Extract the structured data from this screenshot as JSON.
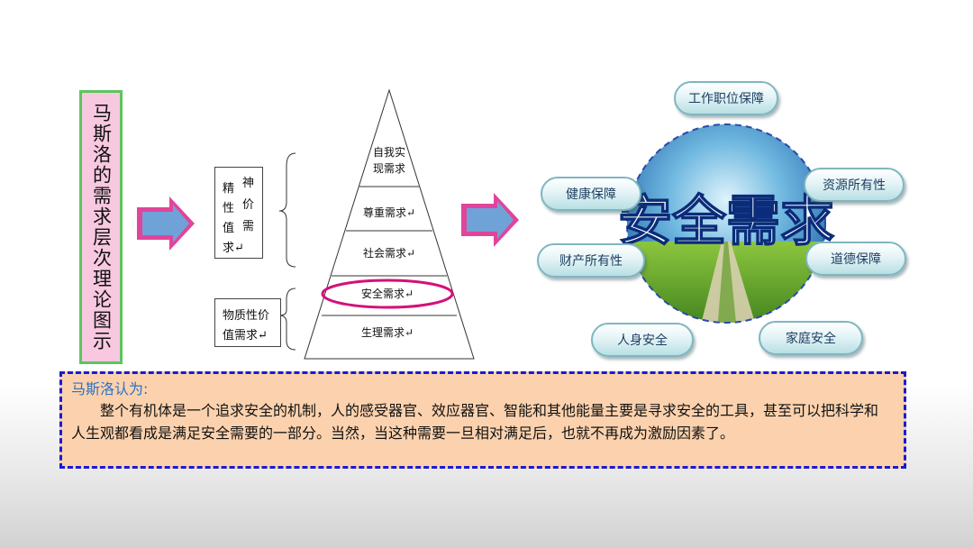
{
  "title": "马斯洛的需求层次理论图示",
  "pyramid": {
    "levels": [
      "自我实现需求",
      "尊重需求",
      "社会需求",
      "安全需求",
      "生理需求"
    ],
    "self_line1": "自我实",
    "self_line2": "现需求",
    "respect": "尊重需求↵",
    "social": "社会需求↵",
    "safety": "安全需求↵",
    "physio": "生理需求↵",
    "spirit_chars": [
      "精",
      "神",
      "性",
      "价",
      "值",
      "需",
      "求↵"
    ],
    "material_line1": "物质性价",
    "material_line2": "值需求↵"
  },
  "safety_diagram": {
    "center_label": "安全需求",
    "items": [
      "工作职位保障",
      "资源所有性",
      "道德保障",
      "家庭安全",
      "人身安全",
      "财产所有性",
      "健康保障"
    ]
  },
  "note": {
    "heading": "马斯洛认为:",
    "body": "整个有机体是一个追求安全的机制，人的感受器官、效应器官、智能和其他能量主要是寻求安全的工具，甚至可以把科学和人生观都看成是满足安全需要的一部分。当然，当这种需要一旦相对满足后，也就不再成为激励因素了。"
  },
  "colors": {
    "title_bg": "#f7c8e0",
    "title_border": "#5cc65c",
    "arrow_fill": "#6fa3d8",
    "arrow_tail": "#e0459a",
    "highlight_ellipse": "#d4107a",
    "note_bg": "#fcd2ae",
    "note_border": "#1a1ad0",
    "note_heading": "#2b72c4"
  }
}
